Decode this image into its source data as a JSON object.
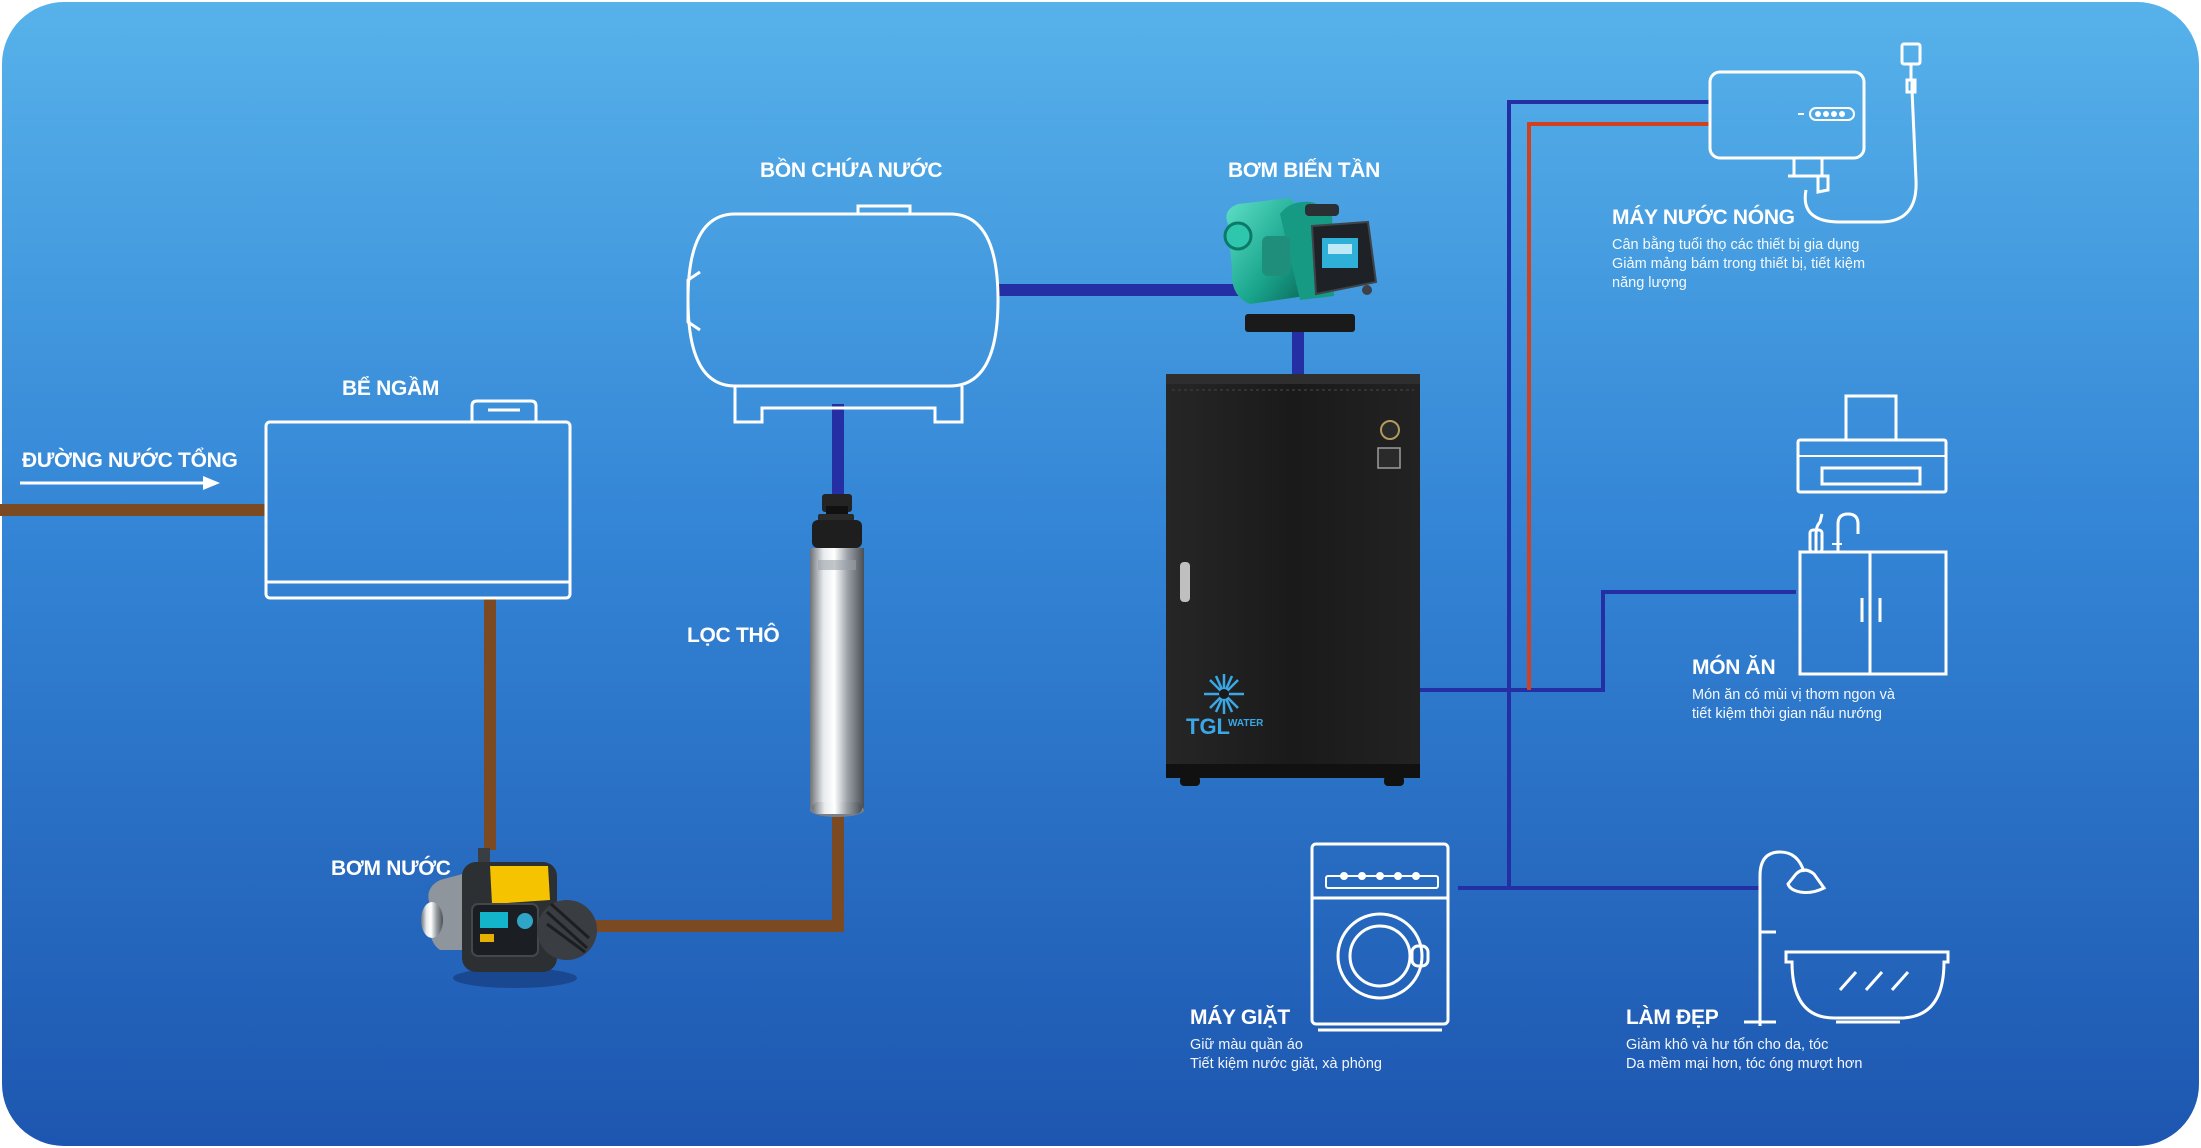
{
  "colors": {
    "bg_top": "#57b2ea",
    "bg_bottom": "#1d5ab2",
    "pipe_raw": "#7b4a22",
    "pipe_clean": "#232fa2",
    "pipe_hot": "#d0421f",
    "outline": "#ffffff",
    "cabinet": "#1d1d1d",
    "brand": "#3aa8e6"
  },
  "labels": {
    "main_inlet": "ĐƯỜNG NƯỚC TỔNG",
    "underground_tank": "BỂ NGẦM",
    "water_pump": "BƠM NƯỚC",
    "storage_tank": "BỒN CHỨA NƯỚC",
    "coarse_filter": "LỌC THÔ",
    "inverter_pump": "BƠM BIẾN TẦN"
  },
  "cabinet": {
    "brand": "TGL",
    "brand_suffix": "WATER"
  },
  "outputs": {
    "water_heater": {
      "title": "MÁY NƯỚC NÓNG",
      "lines": [
        "Cân bằng tuổi thọ các thiết bị gia dụng",
        "Giảm mảng bám trong thiết bị, tiết kiệm",
        "năng lượng"
      ]
    },
    "cooking": {
      "title": "MÓN ĂN",
      "lines": [
        "Món ăn có mùi vị thơm ngon và",
        "tiết kiệm thời gian nấu nướng"
      ]
    },
    "washing_machine": {
      "title": "MÁY GIẶT",
      "lines": [
        "Giữ màu quần áo",
        "Tiết kiệm nước giặt, xà phòng"
      ]
    },
    "beauty": {
      "title": "LÀM ĐẸP",
      "lines": [
        "Giảm khô và hư tổn cho da, tóc",
        "Da mềm mại hơn, tóc óng mượt hơn"
      ]
    }
  }
}
